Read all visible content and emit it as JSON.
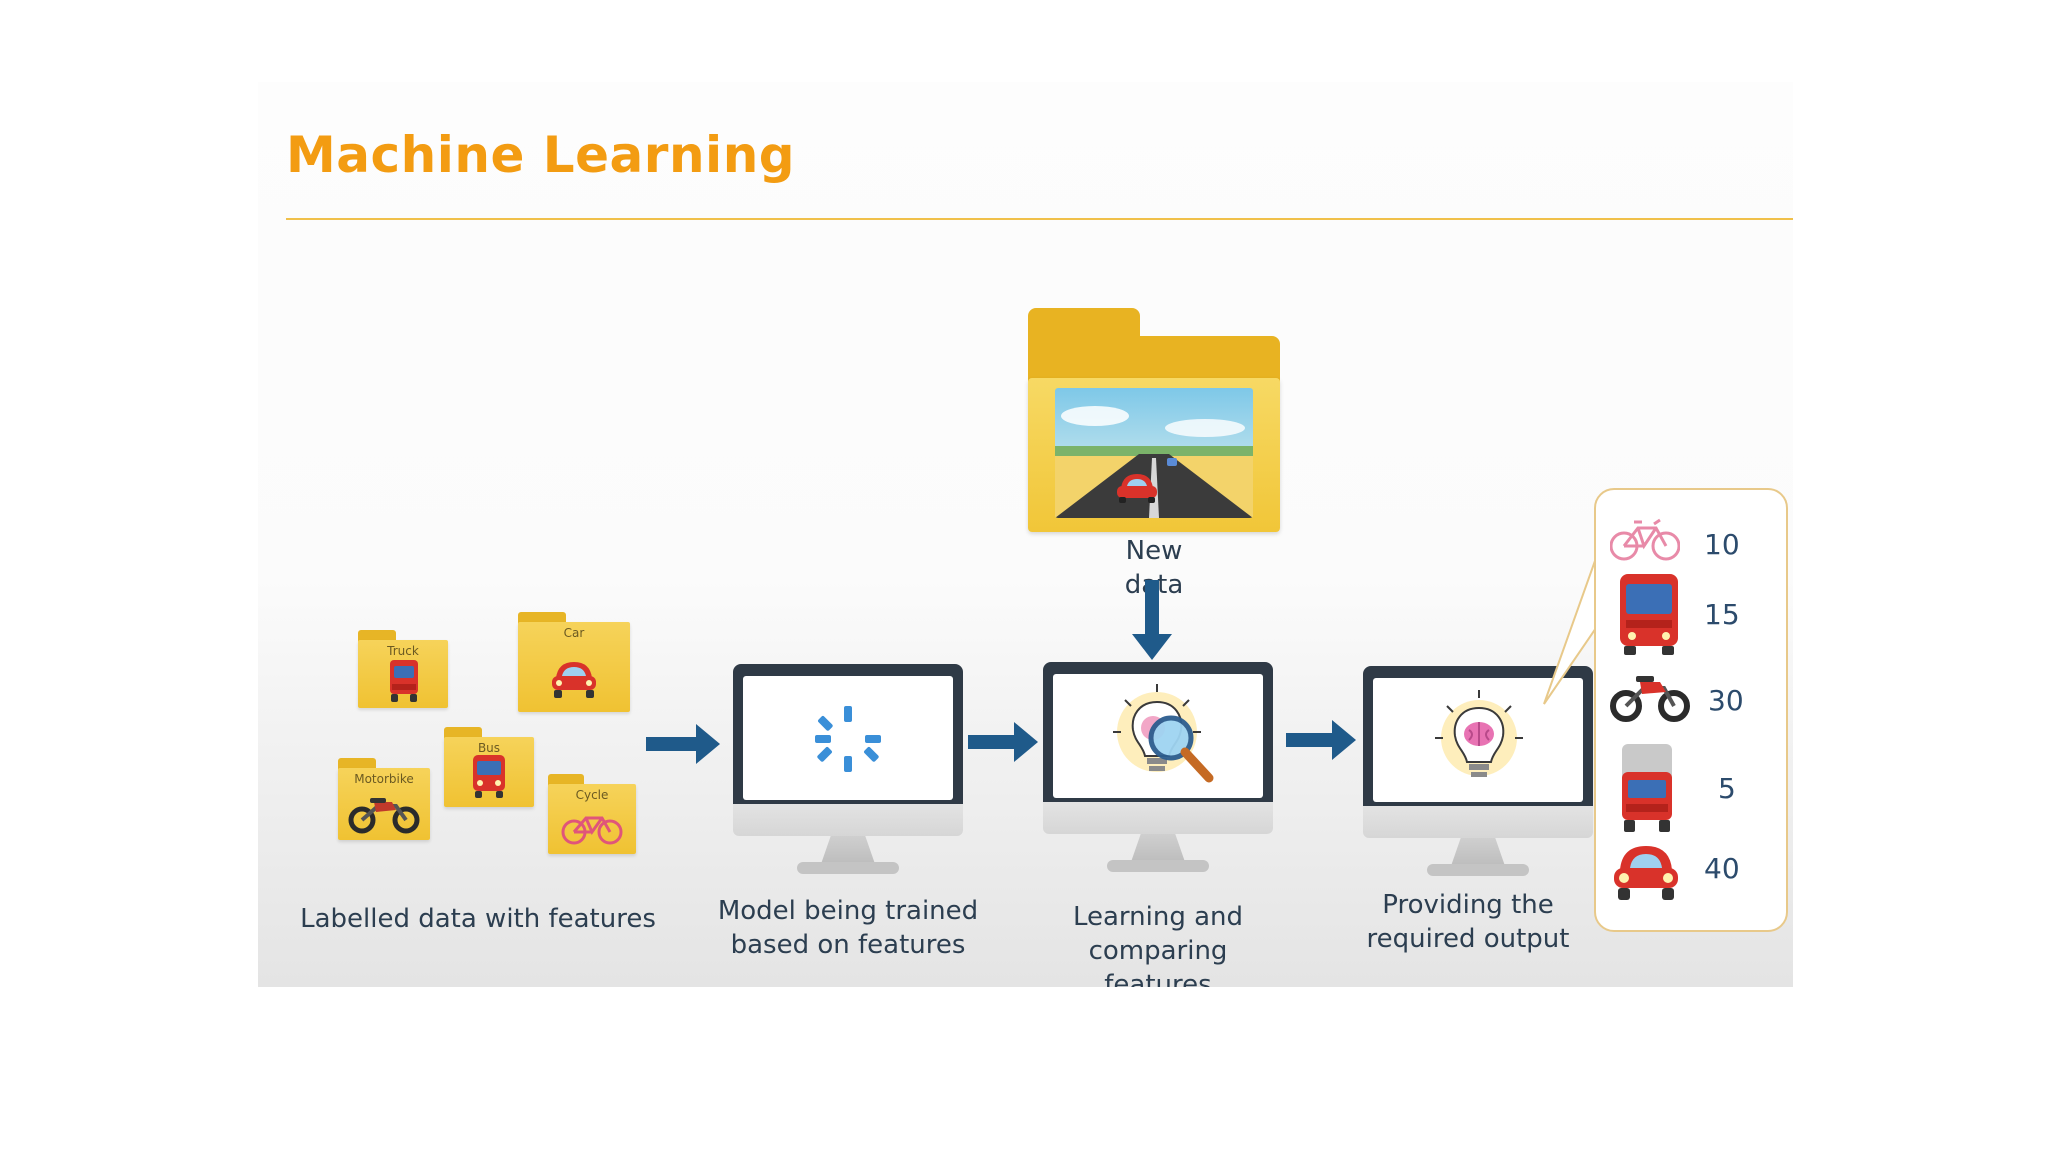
{
  "slide": {
    "title": "Machine Learning"
  },
  "labelled_folders": [
    {
      "label": "Truck",
      "icon": "truck-icon"
    },
    {
      "label": "Car",
      "icon": "car-icon"
    },
    {
      "label": "Bus",
      "icon": "bus-icon"
    },
    {
      "label": "Motorbike",
      "icon": "motorbike-icon"
    },
    {
      "label": "Cycle",
      "icon": "bicycle-icon"
    }
  ],
  "new_data": {
    "label": "New data",
    "icon": "road-car-photo"
  },
  "stages": [
    {
      "label_line1": "Labelled data with features",
      "label_line2": ""
    },
    {
      "label_line1": "Model being trained",
      "label_line2": "based on features",
      "icon": "loading-spinner-icon"
    },
    {
      "label_line1": "Learning and",
      "label_line2": "comparing",
      "label_line3": "features",
      "icon": "lightbulb-magnifier-icon"
    },
    {
      "label_line1": "Providing the",
      "label_line2": "required output",
      "icon": "lightbulb-brain-icon"
    }
  ],
  "output": {
    "items": [
      {
        "icon": "bicycle-icon",
        "value": "10"
      },
      {
        "icon": "bus-icon",
        "value": "15"
      },
      {
        "icon": "motorbike-icon",
        "value": "30"
      },
      {
        "icon": "truck-icon",
        "value": "5"
      },
      {
        "icon": "car-icon",
        "value": "40"
      }
    ]
  },
  "colors": {
    "title": "#f39c12",
    "rule": "#f0c04a",
    "arrow": "#1f5a8a",
    "folder": "#f0c232",
    "text": "#2c3e50",
    "panel_border": "#e8c98a"
  }
}
